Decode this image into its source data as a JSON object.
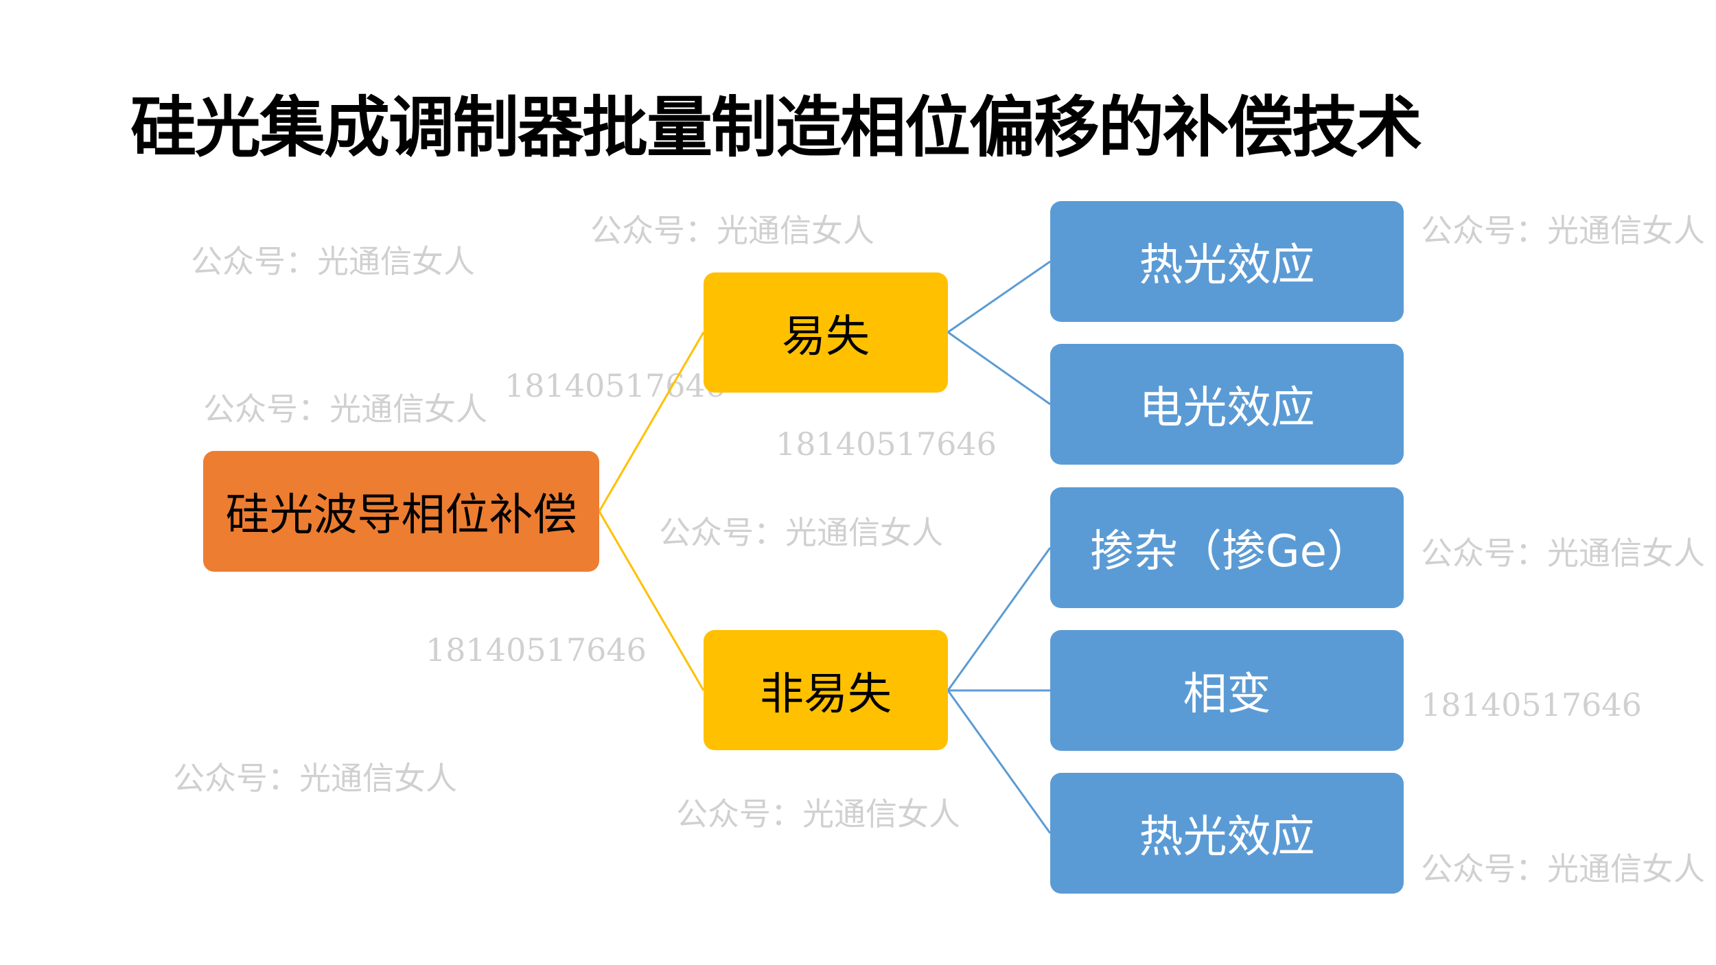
{
  "title": "硅光集成调制器批量制造相位偏移的补偿技术",
  "root": {
    "label": "硅光波导相位补偿"
  },
  "branches": [
    {
      "label": "易失",
      "children": [
        {
          "label": "热光效应"
        },
        {
          "label": "电光效应"
        }
      ]
    },
    {
      "label": "非易失",
      "children": [
        {
          "label": "掺杂（掺Ge）"
        },
        {
          "label": "相变"
        },
        {
          "label": "热光效应"
        }
      ]
    }
  ],
  "watermarks": {
    "account": "公众号：光通信女人",
    "phone": "18140517646"
  },
  "colors": {
    "root": "#ed7d31",
    "branch": "#ffc000",
    "leaf": "#5b9bd5",
    "branch_line": "#ffc000",
    "leaf_line": "#5b9bd5"
  }
}
